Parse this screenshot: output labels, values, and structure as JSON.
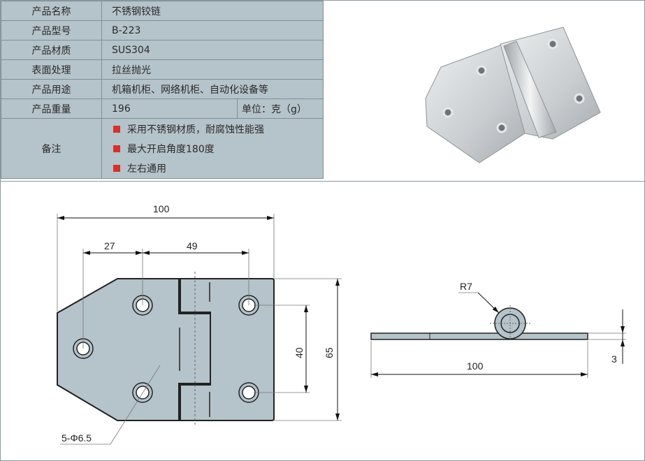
{
  "spec_table": {
    "rows": [
      {
        "label": "产品名称",
        "value": "不锈钢铰链"
      },
      {
        "label": "产品型号",
        "value": "B-223"
      },
      {
        "label": "产品材质",
        "value": "SUS304"
      },
      {
        "label": "表面处理",
        "value": "拉丝抛光"
      },
      {
        "label": "产品用途",
        "value": "机箱机柜、网络机柜、自动化设备等"
      },
      {
        "label": "产品重量",
        "value": "196",
        "unit": "单位：克（g）"
      }
    ],
    "notes_label": "备注",
    "notes": [
      "采用不锈钢材质，耐腐蚀性能强",
      "最大开启角度180度",
      "左右通用"
    ],
    "bullet_color": "#d4322b"
  },
  "drawing": {
    "front": {
      "width": "100",
      "hole_span_1": "27",
      "hole_span_2": "49",
      "hole_vertical": "40",
      "height": "65",
      "holes": "5-Φ6.5"
    },
    "side": {
      "radius": "R7",
      "length": "100",
      "thickness": "3"
    }
  }
}
